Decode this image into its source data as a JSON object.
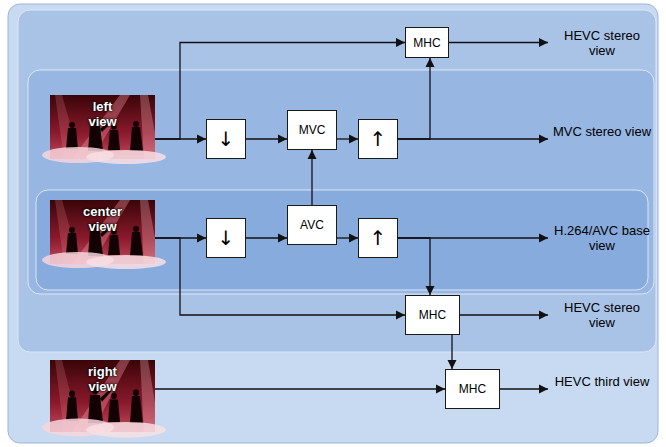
{
  "diagram": {
    "nodes": [
      {
        "text": [
          "MHC"
        ]
      },
      {
        "text": [
          "left view"
        ]
      },
      {
        "text": [
          "↓"
        ]
      },
      {
        "text": [
          "MVC"
        ]
      },
      {
        "text": [
          "↑"
        ]
      },
      {
        "text": [
          "center view"
        ]
      },
      {
        "text": [
          "↓"
        ]
      },
      {
        "text": [
          "AVC"
        ]
      },
      {
        "text": [
          "↑"
        ]
      },
      {
        "text": [
          "MHC"
        ]
      },
      {
        "text": [
          "right view"
        ]
      },
      {
        "text": [
          "MHC"
        ]
      }
    ],
    "edges": [
      {
        "from": 1,
        "to": 2,
        "arrow": "to"
      },
      {
        "from": 1,
        "to": 0,
        "arrow": "to"
      },
      {
        "from": 2,
        "to": 3,
        "arrow": "to"
      },
      {
        "from": 3,
        "to": 4,
        "arrow": "to"
      },
      {
        "from": 4,
        "to": 0,
        "arrow": "to"
      },
      {
        "from": 5,
        "to": 6,
        "arrow": "to"
      },
      {
        "from": 6,
        "to": 7,
        "arrow": "to"
      },
      {
        "from": 7,
        "to": 3,
        "arrow": "to"
      },
      {
        "from": 7,
        "to": 8,
        "arrow": "to"
      },
      {
        "from": 8,
        "to": 9,
        "arrow": "to"
      },
      {
        "from": 5,
        "to": 9,
        "arrow": "to"
      },
      {
        "from": 9,
        "to": 11,
        "arrow": "to"
      },
      {
        "from": 10,
        "to": 11,
        "arrow": "to"
      }
    ],
    "labels": [
      "HEVC stereo view",
      "MVC stereo view",
      "H.264/AVC base view",
      "HEVC stereo view",
      "HEVC third view"
    ]
  }
}
